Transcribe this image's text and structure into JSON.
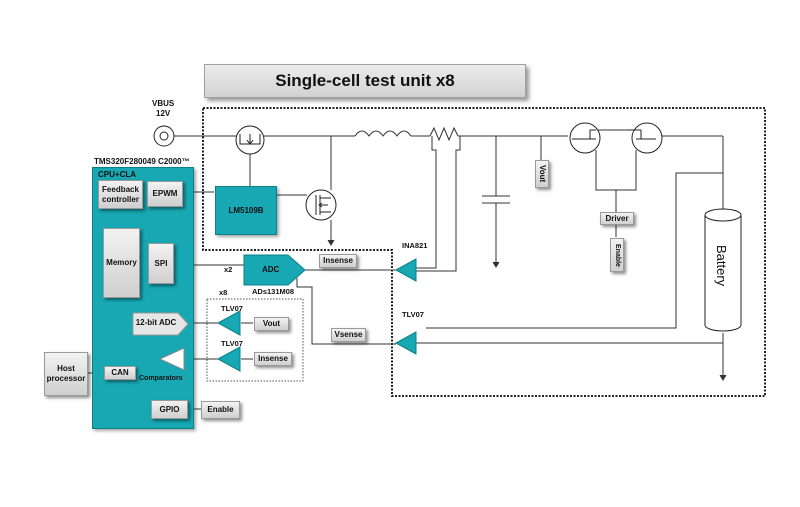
{
  "title": "Single-cell test unit x8",
  "colors": {
    "teal": "#17a8b3",
    "teal_dark": "#0e7f88",
    "box_gray": "#d9d9d9",
    "line": "#333333"
  },
  "mcu": {
    "part": "TMS320F280049 C2000™",
    "core": "CPU+CLA",
    "blocks": {
      "feedback": "Feedback controller",
      "epwm": "EPWM",
      "memory": "Memory",
      "spi": "SPI",
      "adc12": "12-bit ADC",
      "comparators": "Comparators",
      "can": "CAN",
      "gpio": "GPIO"
    }
  },
  "external": {
    "host": "Host processor",
    "enable_gpio": "Enable",
    "vbus": "VBUS",
    "vbus_v": "12V"
  },
  "power_stage": {
    "driver_ic": "LM5109B",
    "insense": "Insense",
    "vout": "Vout",
    "driver": "Driver",
    "enable": "Enable",
    "battery": "Battery",
    "vsense": "Vsense"
  },
  "adc_section": {
    "adc": "ADC",
    "adc_part": "ADs131M08",
    "x2": "x2",
    "x8": "x8",
    "tlv_a": "TLV07",
    "tlv_b": "TLV07",
    "vout": "Vout",
    "insense": "Insense"
  },
  "amps": {
    "ina": "INA821",
    "tlv": "TLV07"
  }
}
